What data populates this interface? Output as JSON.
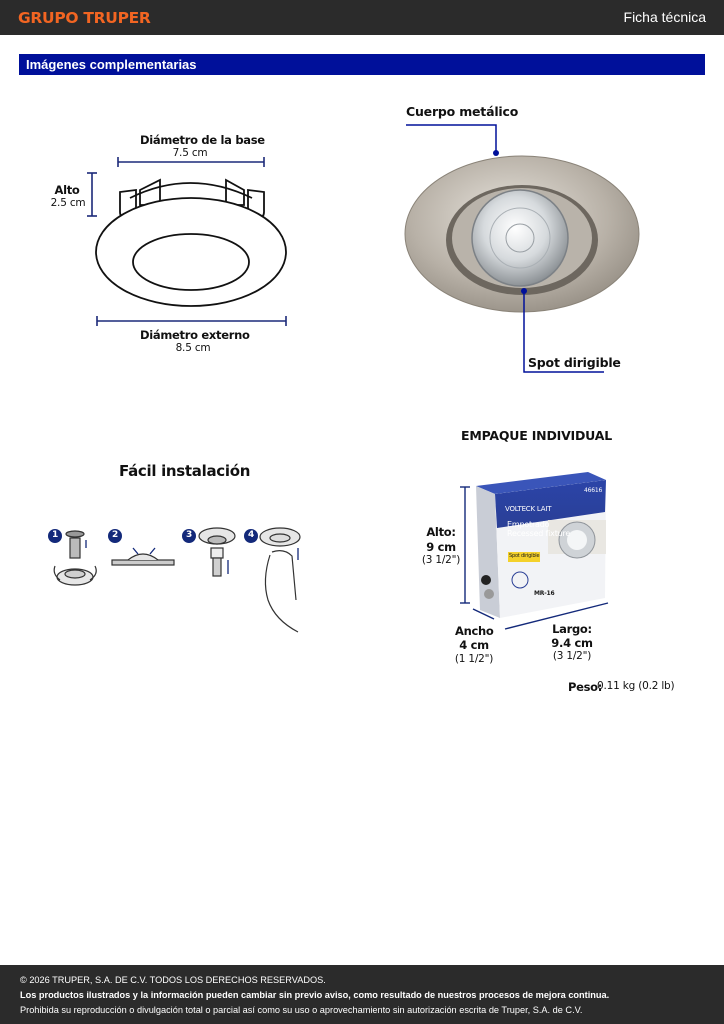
{
  "header": {
    "brand": "GRUPO TRUPER",
    "sheet_label": "Ficha técnica",
    "brand_color": "#f26522",
    "bar_color": "#2b2b2b"
  },
  "section": {
    "title": "Imágenes complementarias",
    "color": "#00109a"
  },
  "dimensions": {
    "base_diameter_label": "Diámetro de la base",
    "base_diameter_value": "7.5 cm",
    "height_label": "Alto",
    "height_value": "2.5 cm",
    "outer_diameter_label": "Diámetro externo",
    "outer_diameter_value": "8.5 cm"
  },
  "product_callouts": {
    "body": "Cuerpo metálico",
    "spot": "Spot dirigible"
  },
  "installation": {
    "title": "Fácil instalación",
    "steps": [
      "1",
      "2",
      "3",
      "4"
    ]
  },
  "packaging": {
    "title": "EMPAQUE INDIVIDUAL",
    "height_label": "Alto:",
    "height_cm": "9 cm",
    "height_in": "(3 1/2\")",
    "width_label": "Ancho",
    "width_cm": "4 cm",
    "width_in": "(1 1/2\")",
    "length_label": "Largo:",
    "length_cm": "9.4 cm",
    "length_in": "(3 1/2\")",
    "weight_label": "Peso:",
    "weight_value": "0.11 kg (0.2 lb)",
    "box_brand": "VOLTECK LAIT",
    "box_line1": "Empotrado",
    "box_line2": "Recessed fixture",
    "box_code": "46616",
    "box_badge": "Spot dirigible",
    "box_lamp": "MR-16"
  },
  "footer": {
    "copyright": "© 2026 TRUPER, S.A. DE C.V. TODOS LOS DERECHOS RESERVADOS.",
    "notice": "Los productos ilustrados y la información pueden cambiar sin previo aviso, como resultado de nuestros procesos de mejora continua.",
    "prohibition": "Prohibida su reproducción o divulgación total o parcial así como su uso o aprovechamiento sin autorización escrita de Truper, S.A. de C.V."
  }
}
